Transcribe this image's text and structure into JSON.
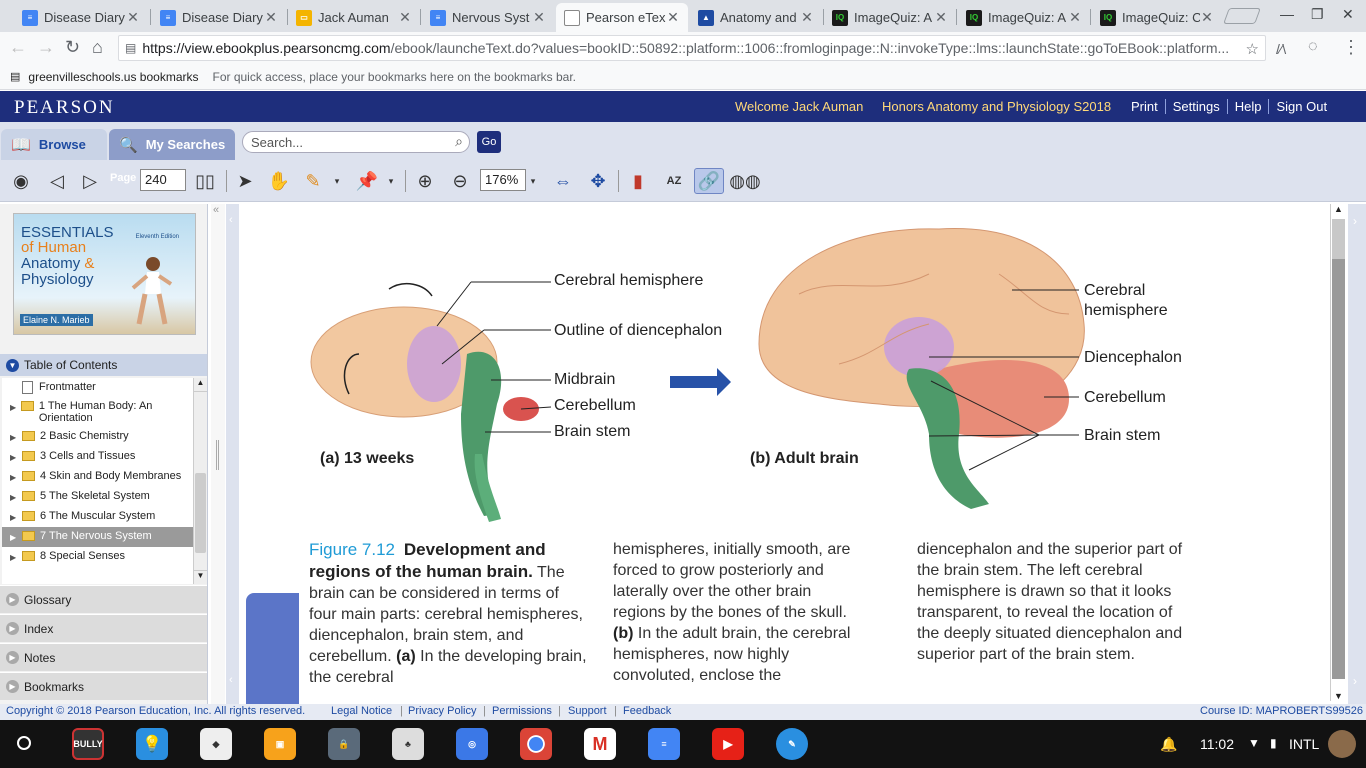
{
  "browser": {
    "tabs": [
      {
        "title": "Disease Diary",
        "icon": "docs-icon",
        "color": "#4285f4"
      },
      {
        "title": "Disease Diary",
        "icon": "docs-icon",
        "color": "#4285f4"
      },
      {
        "title": "Jack Auman",
        "icon": "slides-icon",
        "color": "#f4b400"
      },
      {
        "title": "Nervous Syst",
        "icon": "docs-icon",
        "color": "#4285f4"
      },
      {
        "title": "Pearson eTex",
        "icon": "page-icon",
        "color": "#888888"
      },
      {
        "title": "Anatomy and",
        "icon": "contact-icon",
        "color": "#1e4ba2"
      },
      {
        "title": "ImageQuiz: A",
        "icon": "iq-icon",
        "color": "#1a1a1a"
      },
      {
        "title": "ImageQuiz: A",
        "icon": "iq-icon",
        "color": "#1a1a1a"
      },
      {
        "title": "ImageQuiz: C",
        "icon": "iq-icon",
        "color": "#1a1a1a"
      }
    ],
    "active_tab": 4,
    "url_host": "https://view.ebookplus.pearsoncmg.com",
    "url_path": "/ebook/launcheText.do?values=bookID::50892::platform::1006::fromloginpage::N::invokeType::lms::launchState::goToEBook::platform...",
    "bookmarks_label": "greenvilleschools.us bookmarks",
    "bookmarks_hint": "For quick access, place your bookmarks here on the bookmarks bar."
  },
  "pearson": {
    "logo": "PEARSON",
    "welcome": "Welcome Jack Auman",
    "course": "Honors Anatomy and Physiology S2018",
    "links": [
      "Print",
      "Settings",
      "Help",
      "Sign Out"
    ],
    "browse_tab": "Browse",
    "searches_tab": "My Searches",
    "search_placeholder": "Search...",
    "go": "Go"
  },
  "toolbar": {
    "page_label": "Page",
    "page_value": "240",
    "zoom_value": "176%"
  },
  "sidebar": {
    "cover": {
      "line1": "ESSENTIALS",
      "line2a": "of Human",
      "line2b": "Anatomy",
      "line2c": "&",
      "line2d": "Physiology",
      "edition": "Eleventh Edition",
      "author": "Elaine N. Marieb"
    },
    "toc_header": "Table of Contents",
    "toc": [
      {
        "label": "Frontmatter",
        "type": "doc",
        "selected": false
      },
      {
        "label": "1 The Human Body: An Orientation",
        "type": "folder",
        "selected": false
      },
      {
        "label": "2 Basic Chemistry",
        "type": "folder",
        "selected": false
      },
      {
        "label": "3 Cells and Tissues",
        "type": "folder",
        "selected": false
      },
      {
        "label": "4 Skin and Body Membranes",
        "type": "folder",
        "selected": false
      },
      {
        "label": "5 The Skeletal System",
        "type": "folder",
        "selected": false
      },
      {
        "label": "6 The Muscular System",
        "type": "folder",
        "selected": false
      },
      {
        "label": "7 The Nervous System",
        "type": "folder",
        "selected": true
      },
      {
        "label": "8 Special Senses",
        "type": "folder",
        "selected": false
      }
    ],
    "accordions": [
      "Glossary",
      "Index",
      "Notes",
      "Bookmarks"
    ]
  },
  "figure": {
    "a_labels": [
      "Cerebral hemisphere",
      "Outline of diencephalon",
      "Midbrain",
      "Cerebellum",
      "Brain stem"
    ],
    "a_title": "(a) 13 weeks",
    "b_labels": [
      "Cerebral hemisphere",
      "Diencephalon",
      "Cerebellum",
      "Brain stem"
    ],
    "b_title": "(b) Adult brain",
    "caption_num": "Figure 7.12",
    "caption_title": "Development and regions of the human brain.",
    "col1": "The brain can be considered in terms of four main parts: cerebral hemispheres, diencephalon, brain stem, and cerebellum.",
    "col1_b": "(a)",
    "col1_c": "In the developing brain, the cerebral",
    "col2a": "hemispheres, initially smooth, are forced to grow posteriorly and laterally over the other brain regions by the bones of the skull.",
    "col2_b": "(b)",
    "col2c": "In the adult brain, the cerebral hemispheres, now highly convoluted, enclose the",
    "col3": "diencephalon and the superior part of the brain stem. The left cerebral hemisphere is drawn so that it looks transparent, to reveal the location of the deeply situated diencephalon and superior part of the brain stem."
  },
  "footer": {
    "copyright": "Copyright © 2018 Pearson Education, Inc. All rights reserved.",
    "links": [
      "Legal Notice",
      "Privacy Policy",
      "Permissions",
      "Support",
      "Feedback"
    ],
    "course_id": "Course ID: MAPROBERTS99526"
  },
  "taskbar": {
    "time": "11:02",
    "locale": "INTL",
    "apps": [
      "bully-app",
      "lightbulb-app",
      "files-app",
      "keep-app",
      "security-app",
      "tree-app",
      "classroom-app",
      "chrome-app",
      "gmail-app",
      "docs-app",
      "youtube-app",
      "canvas-app"
    ]
  }
}
